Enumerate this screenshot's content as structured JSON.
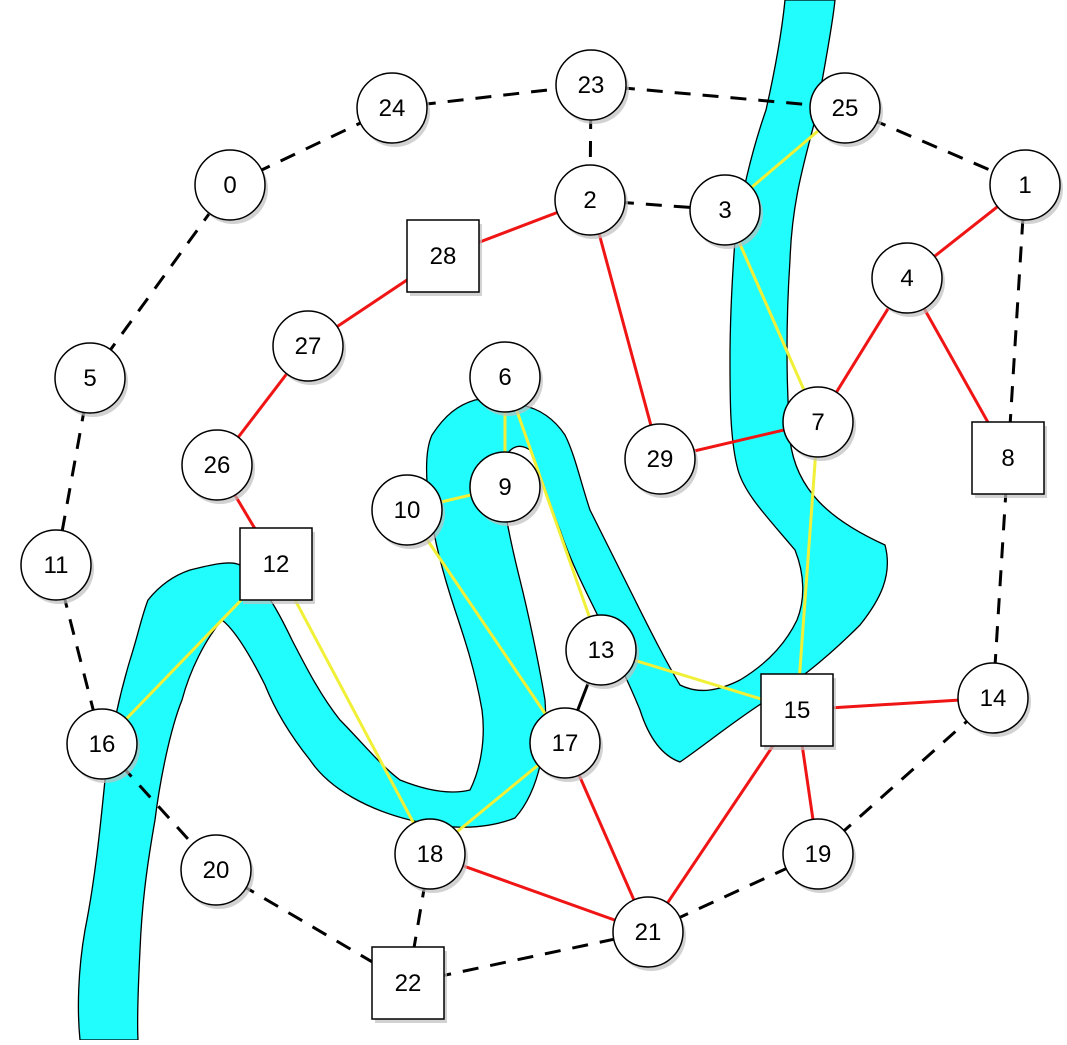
{
  "colors": {
    "river": "#21fdfc",
    "river_outline": "#000000",
    "dashed_edge": "#000000",
    "red_edge": "#f01515",
    "yellow_edge": "#f1f038",
    "node_fill": "#ffffff",
    "node_stroke": "#000000",
    "node_shadow": "#bfbfbf"
  },
  "nodes": [
    {
      "id": "0",
      "label": "0",
      "shape": "circle"
    },
    {
      "id": "1",
      "label": "1",
      "shape": "circle"
    },
    {
      "id": "2",
      "label": "2",
      "shape": "circle"
    },
    {
      "id": "3",
      "label": "3",
      "shape": "circle"
    },
    {
      "id": "4",
      "label": "4",
      "shape": "circle"
    },
    {
      "id": "5",
      "label": "5",
      "shape": "circle"
    },
    {
      "id": "6",
      "label": "6",
      "shape": "circle"
    },
    {
      "id": "7",
      "label": "7",
      "shape": "circle"
    },
    {
      "id": "8",
      "label": "8",
      "shape": "square"
    },
    {
      "id": "9",
      "label": "9",
      "shape": "circle"
    },
    {
      "id": "10",
      "label": "10",
      "shape": "circle"
    },
    {
      "id": "11",
      "label": "11",
      "shape": "circle"
    },
    {
      "id": "12",
      "label": "12",
      "shape": "square"
    },
    {
      "id": "13",
      "label": "13",
      "shape": "circle"
    },
    {
      "id": "14",
      "label": "14",
      "shape": "circle"
    },
    {
      "id": "15",
      "label": "15",
      "shape": "square"
    },
    {
      "id": "16",
      "label": "16",
      "shape": "circle"
    },
    {
      "id": "17",
      "label": "17",
      "shape": "circle"
    },
    {
      "id": "18",
      "label": "18",
      "shape": "circle"
    },
    {
      "id": "19",
      "label": "19",
      "shape": "circle"
    },
    {
      "id": "20",
      "label": "20",
      "shape": "circle"
    },
    {
      "id": "21",
      "label": "21",
      "shape": "circle"
    },
    {
      "id": "22",
      "label": "22",
      "shape": "square"
    },
    {
      "id": "23",
      "label": "23",
      "shape": "circle"
    },
    {
      "id": "24",
      "label": "24",
      "shape": "circle"
    },
    {
      "id": "25",
      "label": "25",
      "shape": "circle"
    },
    {
      "id": "26",
      "label": "26",
      "shape": "circle"
    },
    {
      "id": "27",
      "label": "27",
      "shape": "circle"
    },
    {
      "id": "28",
      "label": "28",
      "shape": "square"
    },
    {
      "id": "29",
      "label": "29",
      "shape": "circle"
    }
  ],
  "edges": [
    {
      "from": "0",
      "to": "24",
      "type": "dashed"
    },
    {
      "from": "24",
      "to": "23",
      "type": "dashed"
    },
    {
      "from": "23",
      "to": "25",
      "type": "dashed"
    },
    {
      "from": "25",
      "to": "1",
      "type": "dashed"
    },
    {
      "from": "0",
      "to": "5",
      "type": "dashed"
    },
    {
      "from": "5",
      "to": "11",
      "type": "dashed"
    },
    {
      "from": "11",
      "to": "16",
      "type": "dashed"
    },
    {
      "from": "16",
      "to": "20",
      "type": "dashed"
    },
    {
      "from": "20",
      "to": "22",
      "type": "dashed"
    },
    {
      "from": "22",
      "to": "21",
      "type": "dashed"
    },
    {
      "from": "21",
      "to": "19",
      "type": "dashed"
    },
    {
      "from": "19",
      "to": "14",
      "type": "dashed"
    },
    {
      "from": "14",
      "to": "8",
      "type": "dashed"
    },
    {
      "from": "8",
      "to": "1",
      "type": "dashed"
    },
    {
      "from": "23",
      "to": "2",
      "type": "dashed"
    },
    {
      "from": "2",
      "to": "3",
      "type": "dashed"
    },
    {
      "from": "18",
      "to": "22",
      "type": "dashed"
    },
    {
      "from": "13",
      "to": "17",
      "type": "solid-black"
    },
    {
      "from": "2",
      "to": "28",
      "type": "red"
    },
    {
      "from": "28",
      "to": "27",
      "type": "red"
    },
    {
      "from": "27",
      "to": "26",
      "type": "red"
    },
    {
      "from": "26",
      "to": "12",
      "type": "red"
    },
    {
      "from": "2",
      "to": "29",
      "type": "red"
    },
    {
      "from": "29",
      "to": "7",
      "type": "red"
    },
    {
      "from": "7",
      "to": "4",
      "type": "red"
    },
    {
      "from": "4",
      "to": "1",
      "type": "red"
    },
    {
      "from": "4",
      "to": "8",
      "type": "red"
    },
    {
      "from": "15",
      "to": "14",
      "type": "red"
    },
    {
      "from": "15",
      "to": "19",
      "type": "red"
    },
    {
      "from": "15",
      "to": "21",
      "type": "red"
    },
    {
      "from": "17",
      "to": "21",
      "type": "red"
    },
    {
      "from": "18",
      "to": "21",
      "type": "red"
    },
    {
      "from": "25",
      "to": "3",
      "type": "yellow"
    },
    {
      "from": "3",
      "to": "7",
      "type": "yellow"
    },
    {
      "from": "7",
      "to": "15",
      "type": "yellow"
    },
    {
      "from": "15",
      "to": "13",
      "type": "yellow"
    },
    {
      "from": "13",
      "to": "6",
      "type": "yellow"
    },
    {
      "from": "6",
      "to": "9",
      "type": "yellow"
    },
    {
      "from": "9",
      "to": "10",
      "type": "yellow"
    },
    {
      "from": "10",
      "to": "17",
      "type": "yellow"
    },
    {
      "from": "17",
      "to": "18",
      "type": "yellow"
    },
    {
      "from": "18",
      "to": "12",
      "type": "yellow"
    },
    {
      "from": "12",
      "to": "16",
      "type": "yellow"
    }
  ]
}
